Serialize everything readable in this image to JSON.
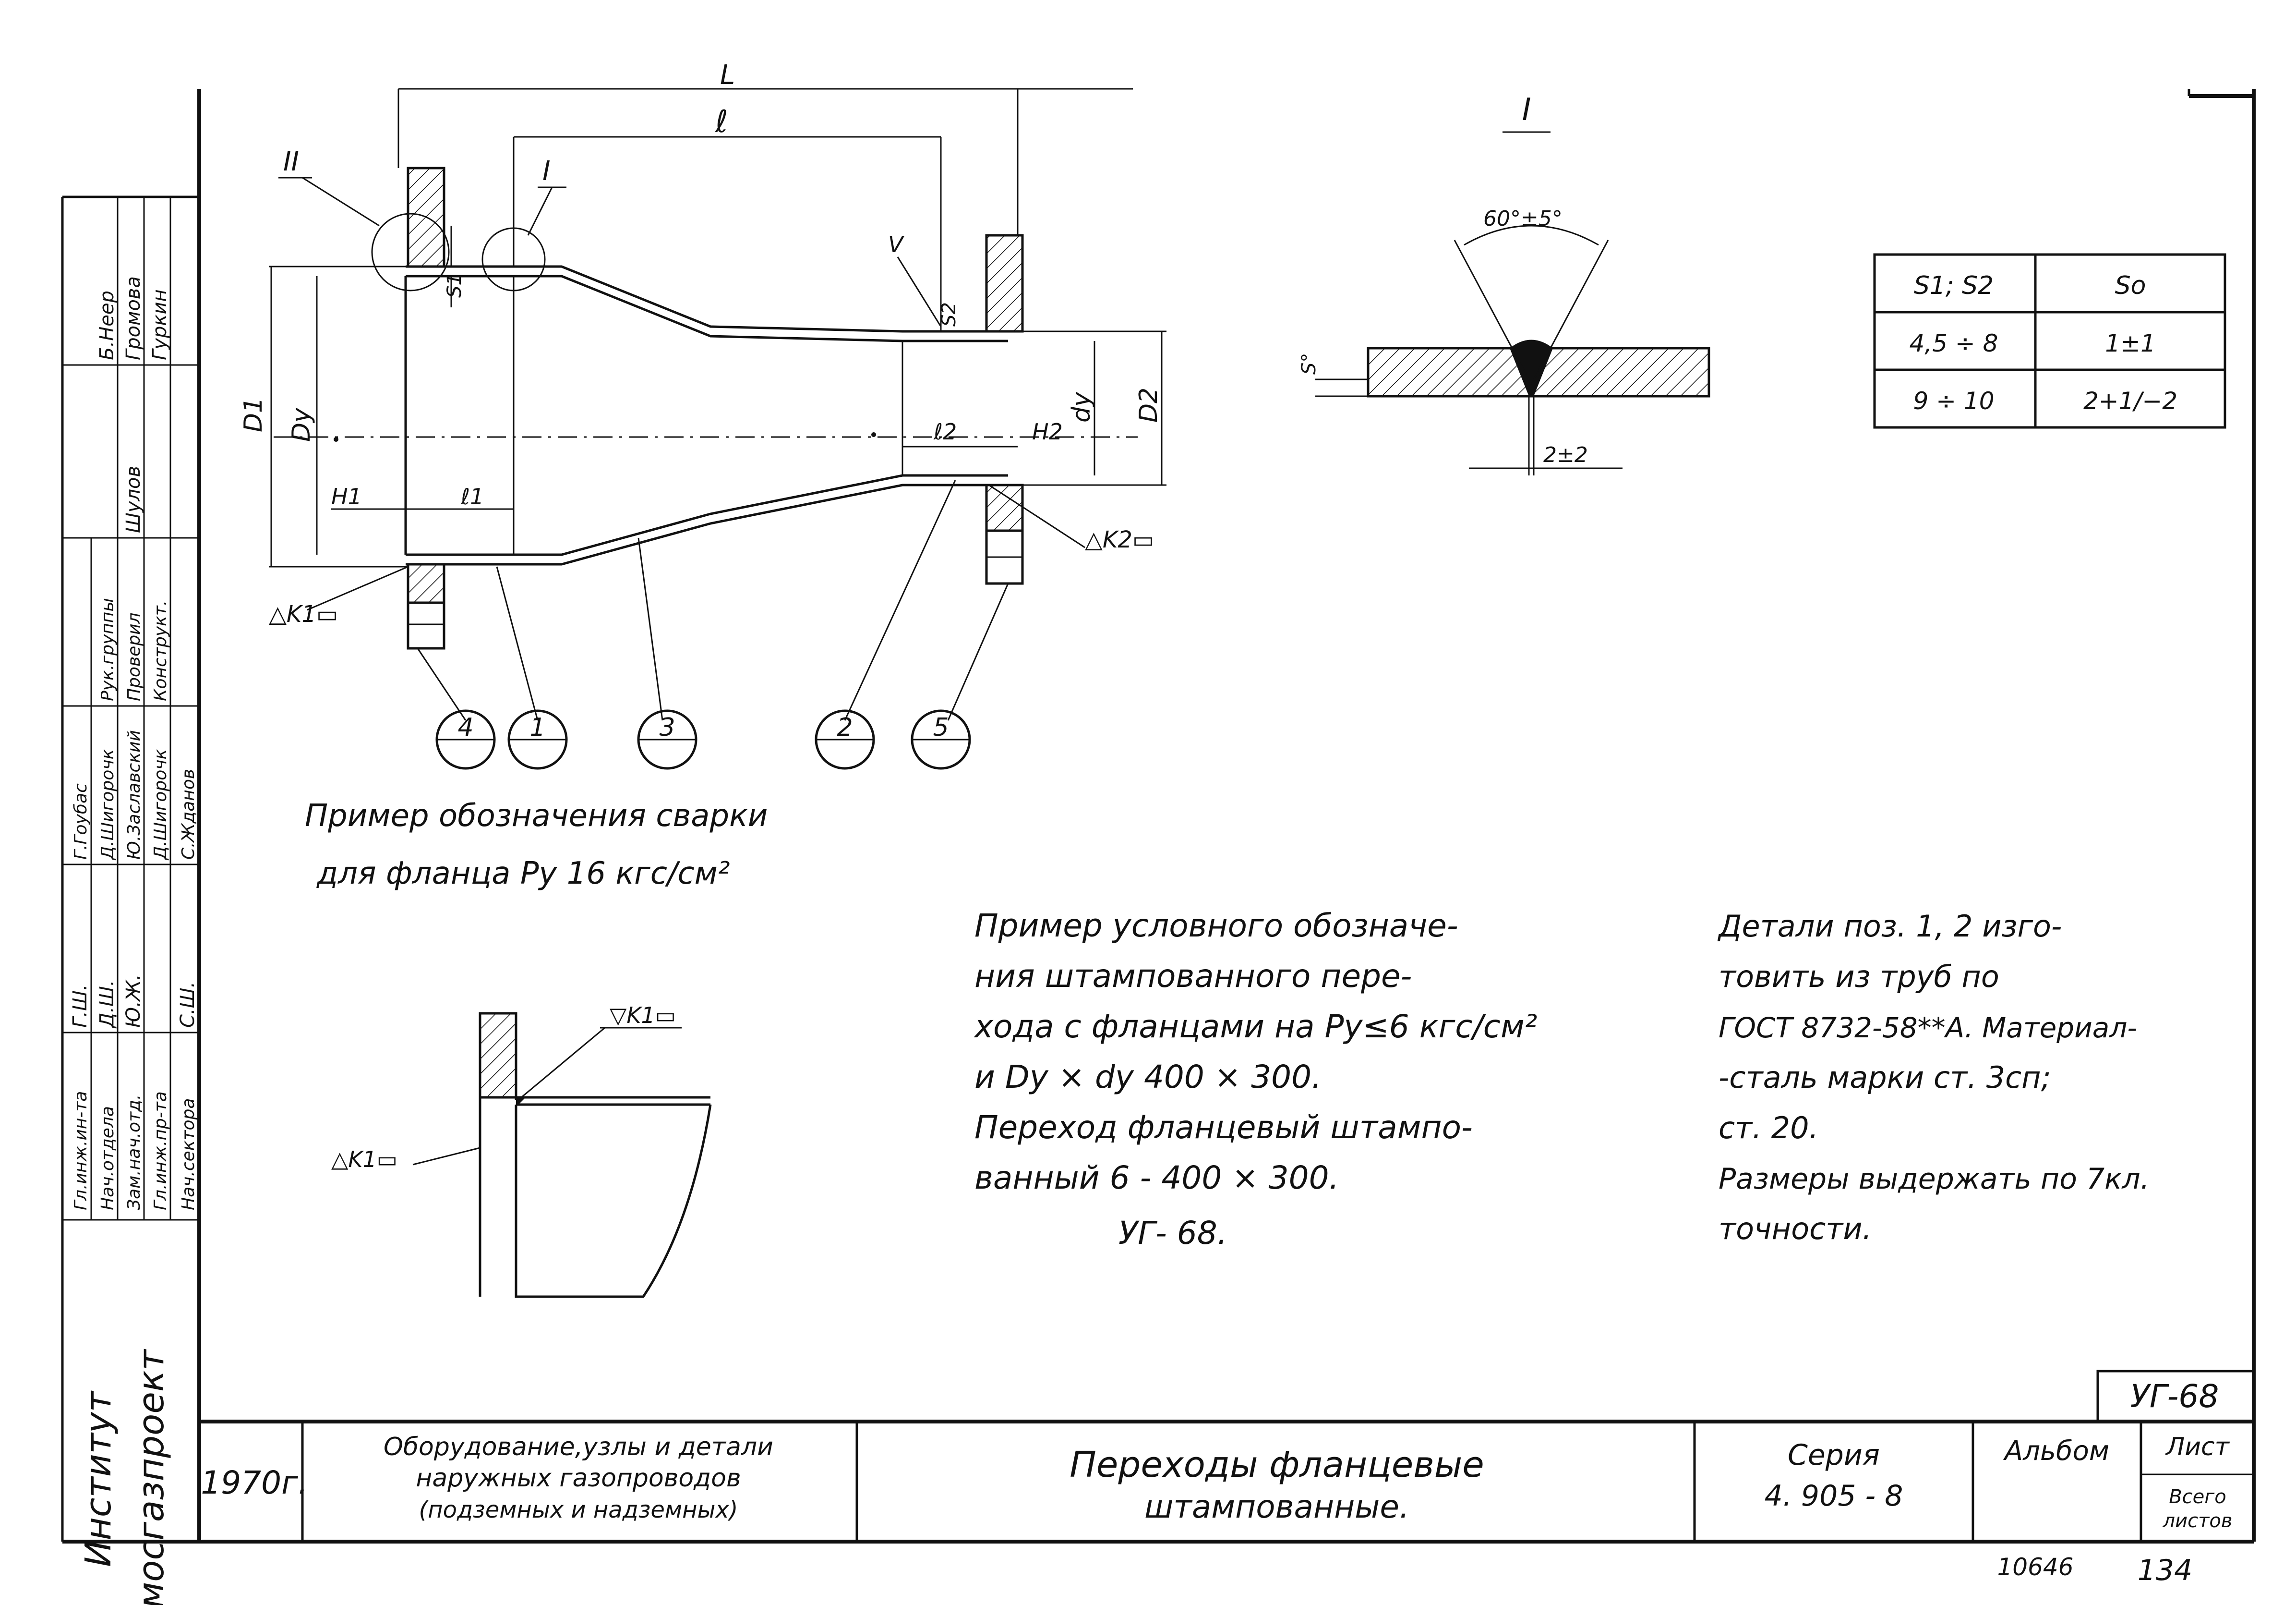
{
  "left_strip": {
    "org": "Институт",
    "org2": "мосгазпроект",
    "roles": [
      "Гл.инж.ин-та",
      "Нач.отдела",
      "Зам.нач.отд.",
      "Гл.инж.пр-та",
      "Нач.сектора",
      "Рук.группы",
      "Проверил",
      "Конструкт."
    ],
    "names": [
      "Г.Гоубас",
      "Д.Шигорочк",
      "Ю.Заславский",
      "Д.Шигорочк",
      "С.Жданов",
      "Б.Неер",
      "Громова",
      "Гуркин"
    ],
    "signatures": [
      "Г.Ш.",
      "Д.Ш.",
      "Ю.Ж.",
      "С.Ш.",
      "Шулов"
    ]
  },
  "drawing": {
    "dim_L": "L",
    "dim_l": "ℓ",
    "view_I": "I",
    "view_II": "II",
    "D1": "D1",
    "Dy": "Dy",
    "H1": "H1",
    "l1": "ℓ1",
    "S1": "S1",
    "S2": "S2",
    "V": "V",
    "l2": "ℓ2",
    "H2": "H2",
    "dy": "dy",
    "D2": "D2",
    "K1": "△K1▭",
    "K2": "△K2▭",
    "parts": [
      "4",
      "1",
      "3",
      "2",
      "5"
    ]
  },
  "detail": {
    "title": "I",
    "angle": "60°±5°",
    "S": "S°",
    "gap": "2±2",
    "table": {
      "headers": [
        "S1; S2",
        "So"
      ],
      "rows": [
        [
          "4,5 ÷ 8",
          "1±1"
        ],
        [
          "9 ÷ 10",
          "2+1/−2"
        ]
      ]
    }
  },
  "weld_example": {
    "caption_line1": "Пример обозначения сварки",
    "caption_line2": "для фланца   Ру 16 кгс/см²",
    "top_label": "▽K1▭",
    "side_label": "△K1▭"
  },
  "notes": {
    "middle": [
      "Пример условного обозначе-",
      "ния штампованного пере-",
      "хода с фланцами на Ру≤6 кгс/см²",
      "и Dу × dу   400 × 300.",
      "Переход фланцевый штампо-",
      "ванный  6 - 400 × 300.",
      "УГ- 68."
    ],
    "right": [
      "Детали поз. 1, 2 изго-",
      "товить из труб по",
      "ГОСТ 8732-58**А. Материал-",
      "-сталь марки ст. 3сп;",
      "ст. 20.",
      "Размеры выдержать по 7кл.",
      "точности."
    ]
  },
  "title_block": {
    "code_box": "УГ-68",
    "year": "1970г.",
    "subject_line1": "Оборудование,узлы и детали",
    "subject_line2": "наружных газопроводов",
    "subject_line3": "(подземных и надземных)",
    "title_line1": "Переходы фланцевые",
    "title_line2": "штампованные.",
    "series_label": "Серия",
    "series_value": "4. 905 - 8",
    "album_label": "Альбом",
    "sheet_label": "Лист",
    "total_label": "Всего",
    "total_label2": "листов",
    "bottom_num": "10646",
    "page_num": "134"
  }
}
